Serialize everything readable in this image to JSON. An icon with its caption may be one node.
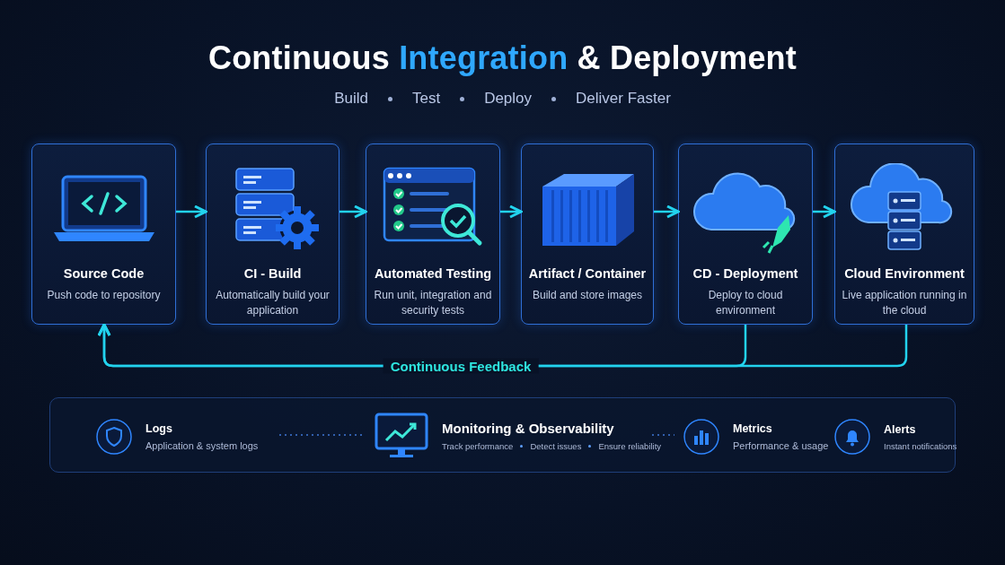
{
  "diagram": {
    "title": "Continuous Integration & Deployment",
    "nodes": [
      {
        "text": [
          "Source Code",
          "Push code to repository"
        ]
      },
      {
        "text": [
          "CI - Build",
          "Automatically build your application"
        ]
      },
      {
        "text": [
          "Automated Testing",
          "Run unit, integration and security tests"
        ]
      },
      {
        "text": [
          "Artifact / Container",
          "Build and store images"
        ]
      },
      {
        "text": [
          "CD - Deployment",
          "Deploy to cloud environment"
        ]
      },
      {
        "text": [
          "Cloud Environment",
          "Live application running in the cloud"
        ]
      },
      {
        "text": [],
        "shape": "box"
      },
      {
        "text": [
          "Logs",
          "Application & system logs"
        ],
        "in": 6
      },
      {
        "text": [
          "Monitoring & Observability",
          "Track performance",
          "Detect issues",
          "Ensure reliability"
        ],
        "in": 6
      },
      {
        "text": [
          "Metrics",
          "Performance & usage"
        ],
        "in": 6
      },
      {
        "text": [
          "Alerts",
          "Instant notifications"
        ],
        "in": 6
      }
    ],
    "edges": [
      {
        "from": 0,
        "to": 1,
        "arrow": "to"
      },
      {
        "from": 1,
        "to": 2,
        "arrow": "to"
      },
      {
        "from": 2,
        "to": 3,
        "arrow": "to"
      },
      {
        "from": 3,
        "to": 4,
        "arrow": "to"
      },
      {
        "from": 4,
        "to": 5,
        "arrow": "to"
      },
      {
        "from": 4,
        "to": 0,
        "arrow": "to",
        "label": "Continuous Feedback"
      },
      {
        "from": 5,
        "to": 0,
        "arrow": "to"
      },
      {
        "from": 7,
        "to": 8,
        "arrow": "none",
        "style": "dashed",
        "color": "#3f78d8"
      },
      {
        "from": 8,
        "to": 9,
        "arrow": "none",
        "style": "dashed",
        "color": "#3f78d8"
      }
    ],
    "labels": [
      "Build",
      "Test",
      "Deploy",
      "Deliver Faster"
    ]
  }
}
